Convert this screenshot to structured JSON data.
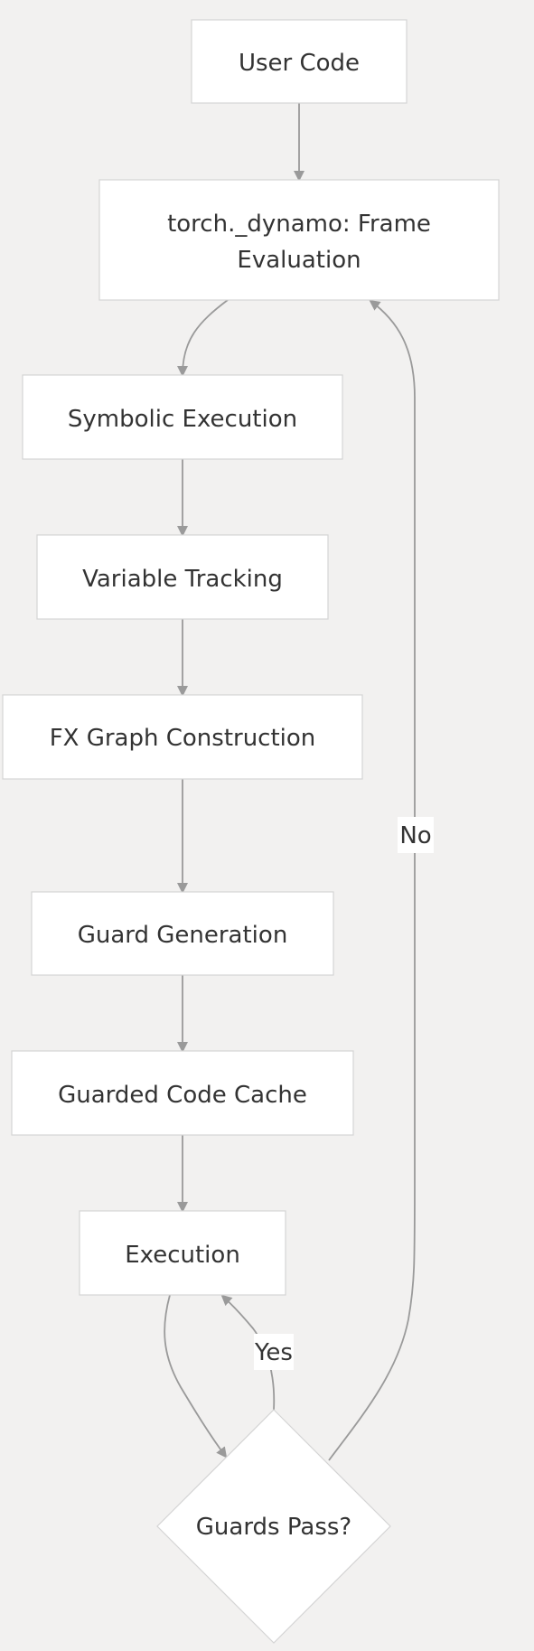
{
  "diagram": {
    "nodes": {
      "user_code": "User Code",
      "frame_eval_line1": "torch._dynamo: Frame",
      "frame_eval_line2": "Evaluation",
      "symbolic_execution": "Symbolic Execution",
      "variable_tracking": "Variable Tracking",
      "fx_graph": "FX Graph Construction",
      "guard_generation": "Guard Generation",
      "guarded_code_cache": "Guarded Code Cache",
      "execution": "Execution",
      "guards_pass": "Guards Pass?"
    },
    "edge_labels": {
      "no": "No",
      "yes": "Yes"
    },
    "colors": {
      "background": "#f2f1f0",
      "node_fill": "#ffffff",
      "node_border": "#d4d4d4",
      "edge": "#9a9a9a",
      "text": "#333333"
    }
  }
}
